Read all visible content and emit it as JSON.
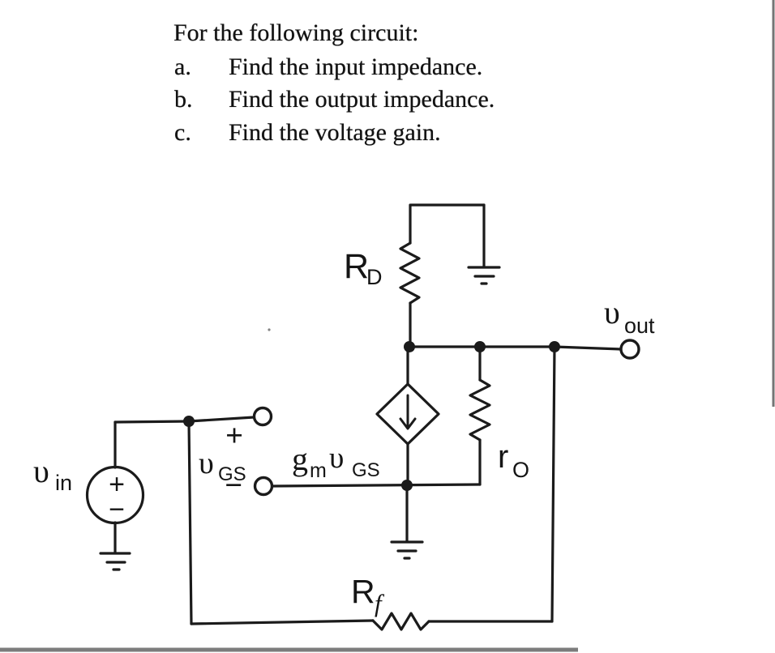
{
  "problem": {
    "title": "For the following circuit:",
    "items": [
      {
        "label": "a.",
        "text": "Find the input impedance."
      },
      {
        "label": "b.",
        "text": "Find the output impedance."
      },
      {
        "label": "c.",
        "text": "Find the voltage gain."
      }
    ]
  },
  "circuit": {
    "labels": {
      "rd": {
        "base": "R",
        "sub": "D"
      },
      "vout": {
        "base": "υ",
        "sub": "out"
      },
      "vgs": {
        "base": "υ",
        "sub": "GS",
        "plus": "+",
        "minus": "−"
      },
      "gmvgs": {
        "g": "g",
        "gsub": "m",
        "v": "υ",
        "vsub": "GS"
      },
      "ro": {
        "base": "r",
        "sub": "O"
      },
      "vin": {
        "base": "υ",
        "sub": "in"
      },
      "rf": {
        "base": "R",
        "sub": "f"
      },
      "source": {
        "plus": "+",
        "minus": "−"
      }
    },
    "components": {
      "drain_resistor": "RD",
      "output_resistance": "ro",
      "feedback_resistor": "Rf",
      "dependent_current_source": "gm·vGS",
      "input_source": "vin",
      "output_terminal": "vout"
    },
    "colors": {
      "ink": "#1b1b1b",
      "paper": "#ffffff",
      "scan_artifact": "#747474"
    }
  }
}
